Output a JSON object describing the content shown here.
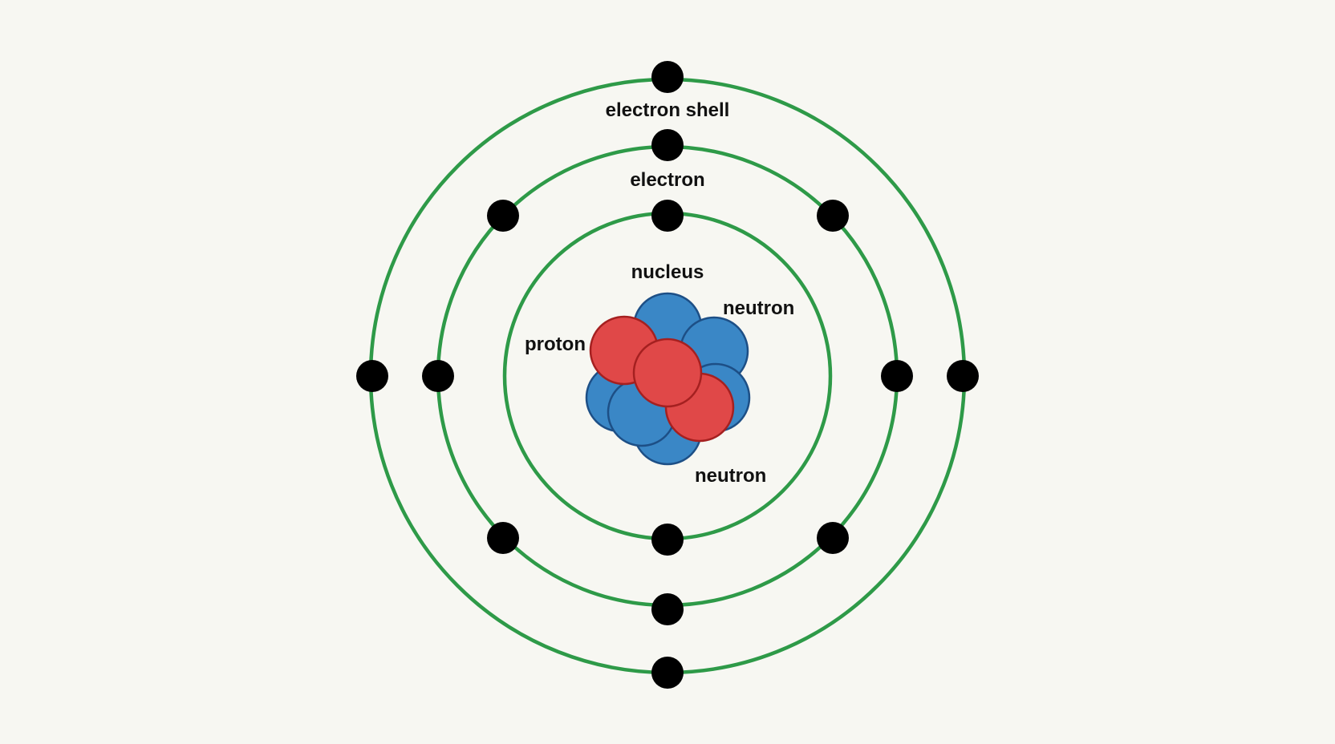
{
  "diagram": {
    "labels": {
      "electron_shell": "electron shell",
      "electron": "electron",
      "nucleus": "nucleus",
      "neutron_top": "neutron",
      "proton": "proton",
      "neutron_bottom": "neutron"
    },
    "shells": [
      {
        "electron_count": 2
      },
      {
        "electron_count": 8
      },
      {
        "electron_count": 4
      }
    ],
    "nucleus": {
      "proton_count": 3,
      "neutron_count": 7
    }
  },
  "colors": {
    "background": "#f7f7f2",
    "shell": "#2e9a48",
    "electron": "#000000",
    "proton_fill": "#e04848",
    "proton_stroke": "#a52020",
    "neutron_fill": "#3a87c6",
    "neutron_stroke": "#1d4f86"
  }
}
